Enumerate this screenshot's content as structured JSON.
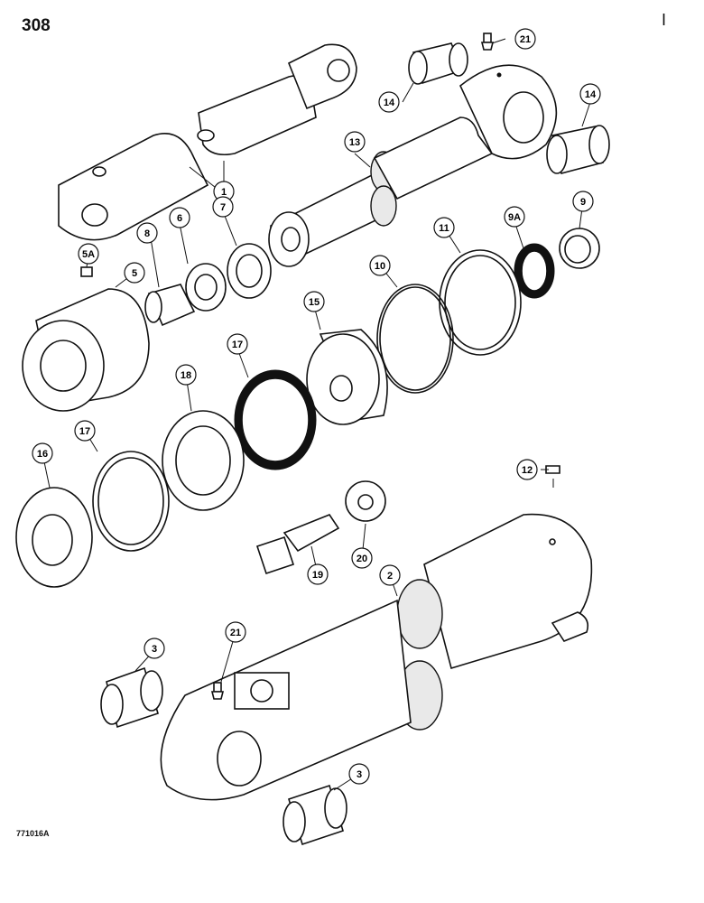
{
  "page": {
    "number": "308",
    "corner_mark": "I",
    "figure_id": "771016A"
  },
  "callouts": {
    "c1": "1",
    "c2": "2",
    "c3a": "3",
    "c3b": "3",
    "c5": "5",
    "c5a": "5A",
    "c6": "6",
    "c7": "7",
    "c8": "8",
    "c9": "9",
    "c9a": "9A",
    "c10": "10",
    "c11": "11",
    "c12": "12",
    "c13": "13",
    "c14a": "14",
    "c14b": "14",
    "c15": "15",
    "c16": "16",
    "c17a": "17",
    "c17b": "17",
    "c18": "18",
    "c19": "19",
    "c20": "20",
    "c21a": "21",
    "c21b": "21"
  }
}
